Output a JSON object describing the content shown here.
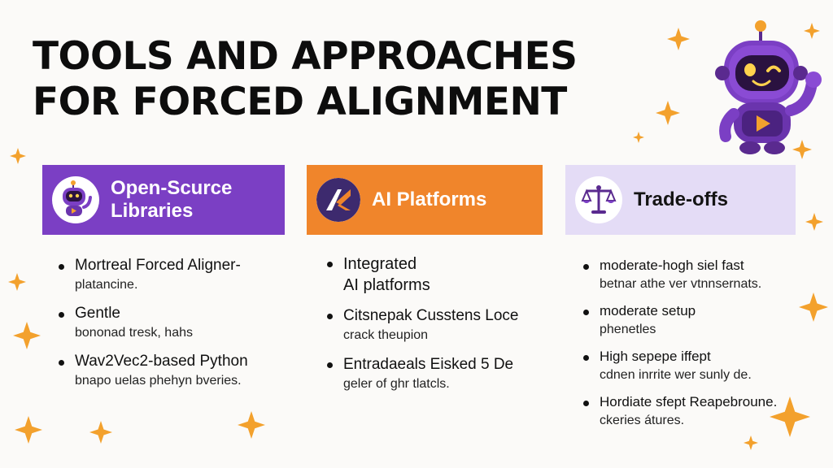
{
  "title": {
    "line1": "TOOLS AND APPROACHES",
    "line2": "FOR FORCED ALIGNMENT"
  },
  "colors": {
    "purple": "#7b3fc4",
    "orange": "#f0852b",
    "lavender": "#e4dcf6",
    "sparkle": "#f3a12d"
  },
  "cards": [
    {
      "title_line1": "Open-Scurce",
      "title_line2": "Libraries",
      "icon": "robot-mascot-icon",
      "items": [
        {
          "lead": "Mortreal Forced Aligner-",
          "sub": "platancine."
        },
        {
          "lead": "Gentle",
          "sub": "bononad tresk, hahs"
        },
        {
          "lead": "Wav2Vec2-based Python",
          "sub": "bnapo uelas phehyn bveries."
        }
      ]
    },
    {
      "title": "AI Platforms",
      "icon": "ai-logo-icon",
      "items": [
        {
          "lead": "Integrated",
          "lead2": "AI platforms"
        },
        {
          "lead": "Citsnepak Cusstens Loce",
          "sub": "crack theupion"
        },
        {
          "lead": "Entradaeals Eisked 5 De",
          "sub": "geler of ghr tlatcls."
        }
      ]
    },
    {
      "title": "Trade-offs",
      "icon": "balance-scale-icon",
      "items": [
        {
          "lead": "moderate-hogh siel fast",
          "sub": "betnar athe ver vtnnsernats."
        },
        {
          "lead": "moderate setup",
          "sub": "phenetles"
        },
        {
          "lead": "High sepepe iffept",
          "sub": "cdnen inrrite wer sunly de."
        },
        {
          "lead": "Hordiate sfept Reapebroune.",
          "sub": "ckeries átures."
        }
      ]
    }
  ]
}
